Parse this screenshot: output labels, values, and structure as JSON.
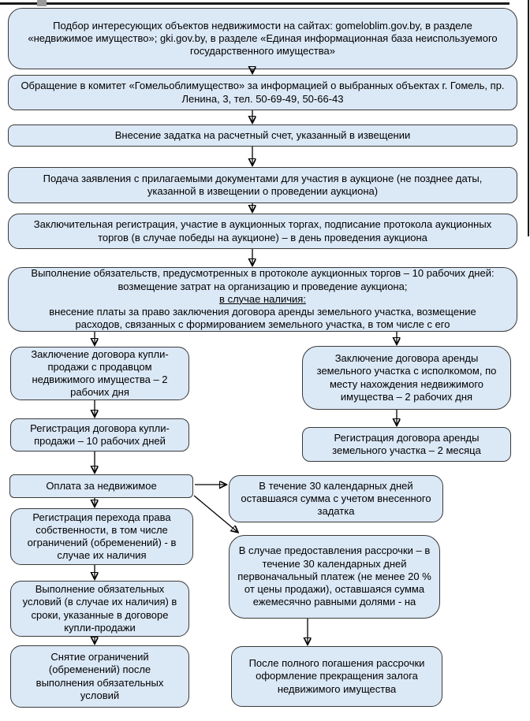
{
  "colors": {
    "box_fill": "#dbe8f6",
    "box_border": "#3a3a3a",
    "arrow": "#000000",
    "frame_line": "#1a1a1a"
  },
  "flowchart": {
    "main_chain": {
      "search": "Подбор интересующих объектов недвижимости на сайтах: gomeloblim.gov.by, в разделе «недвижимое имущество»; gki.gov.by, в разделе «Единая информационная база неиспользуемого государственного имущества»",
      "committee": "Обращение в комитет «Гомельоблимущество» за информацией о выбранных объектах г. Гомель, пр. Ленина, 3, тел. 50-69-49, 50-66-43",
      "deposit": "Внесение задатка на расчетный счет, указанный в извещении",
      "application": "Подача заявления с прилагаемыми документами для участия в аукционе (не позднее даты, указанной в извещении о проведении аукциона)",
      "final_registration": "Заключительная регистрация, участие в аукционных торгах, подписание протокола аукционных торгов (в случае победы на аукционе) – в день проведения аукциона",
      "obligations": {
        "part1": "Выполнение обязательств, предусмотренных в протоколе аукционных торгов – 10 рабочих дней: возмещение затрат на организацию и проведение аукциона; ",
        "underlined": "в случае наличия:",
        "part2": " внесение платы за право заключения договора аренды земельного участка, возмещение расходов, связанных с формированием земельного участка, в том числе с его"
      }
    },
    "left_branch": {
      "purchase_contract": "Заключение договора купли-продажи с продавцом недвижимого имущества – 2 рабочих дня",
      "purchase_registration": "Регистрация договора купли-продажи – 10 рабочих дней",
      "payment": "Оплата за недвижимое",
      "transfer_registration": "Регистрация перехода права собственности, в том числе ограничений (обременений) - в случае их наличия",
      "conditions_fulfillment": "Выполнение обязательных условий (в случае их наличия) в сроки, указанные в договоре купли-продажи",
      "restrictions_removal": "Снятие ограничений (обременений) после выполнения обязательных условий"
    },
    "right_branch": {
      "lease_contract": "Заключение договора аренды земельного участка с исполкомом, по месту нахождения недвижимого имущества – 2 рабочих дня",
      "lease_registration": "Регистрация договора аренды земельного участка – 2 месяца",
      "payment_30_days": "В течение 30 календарных дней оставшаяся сумма с учетом внесенного задатка",
      "installment": "В случае предоставления рассрочки – в течение 30 календарных дней первоначальный платеж (не менее 20 % от цены продажи), оставшаяся сумма ежемесячно равными долями - на",
      "pledge_termination": "После полного погашения рассрочки оформление прекращения залога недвижимого имущества"
    }
  }
}
